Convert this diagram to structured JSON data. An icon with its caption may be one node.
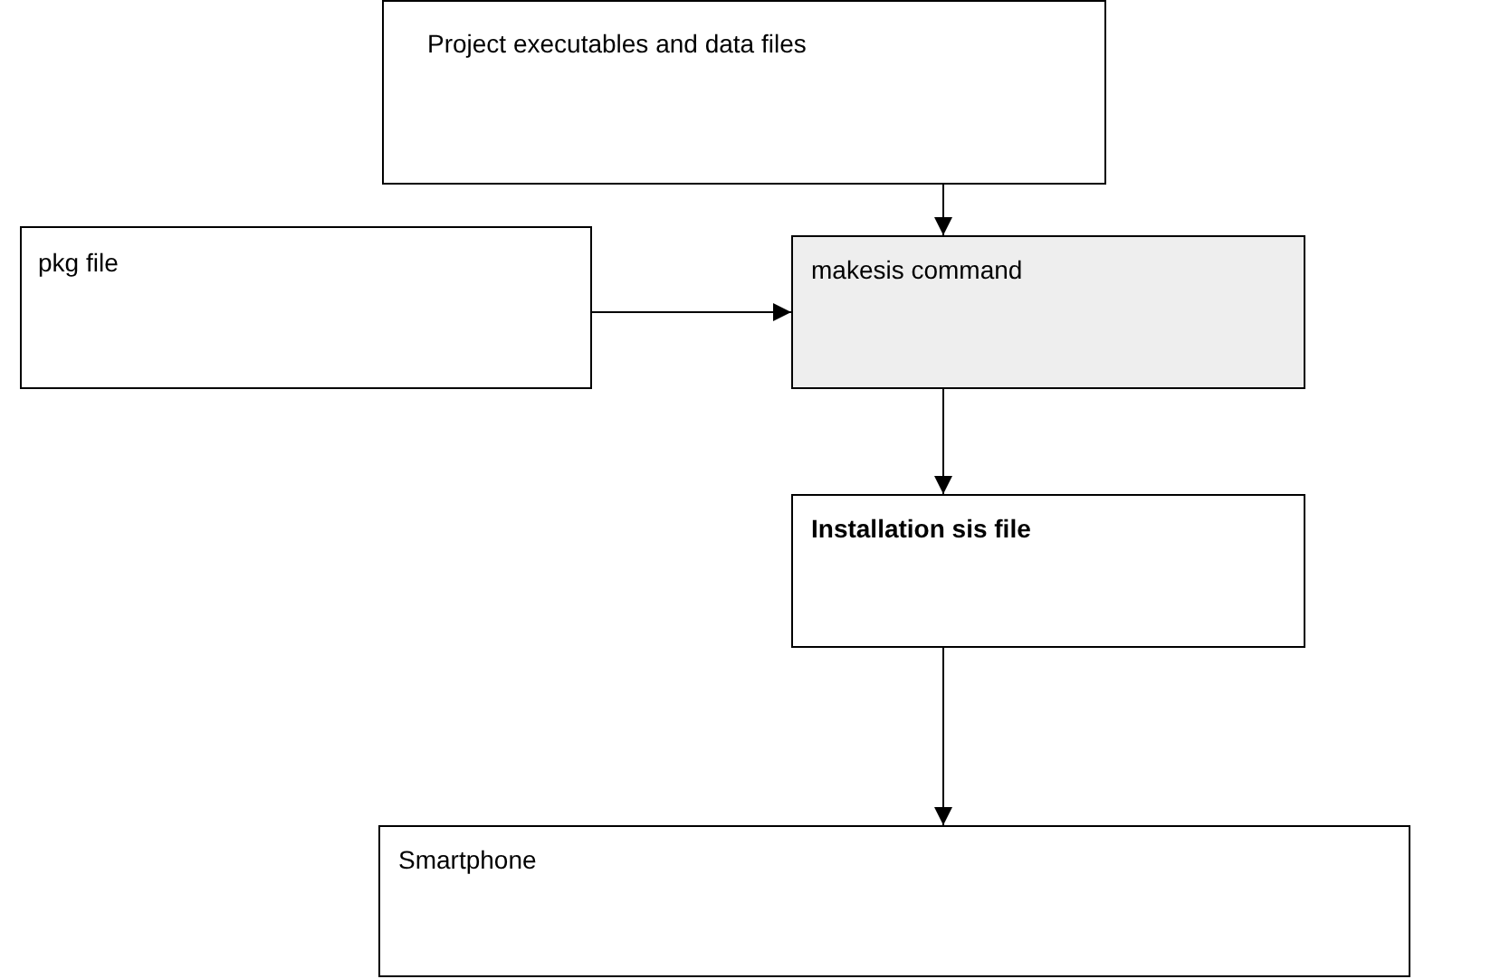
{
  "diagram": {
    "nodes": [
      {
        "text": [
          "Project executables and data files"
        ]
      },
      {
        "text": [
          "pkg file"
        ]
      },
      {
        "text": [
          "makesis command"
        ]
      },
      {
        "text": [
          "Installation sis file"
        ]
      },
      {
        "text": [
          "Smartphone"
        ]
      }
    ],
    "edges": [
      {
        "from": 0,
        "to": 2,
        "arrow": "to"
      },
      {
        "from": 1,
        "to": 2,
        "arrow": "to"
      },
      {
        "from": 2,
        "to": 3,
        "arrow": "to"
      },
      {
        "from": 3,
        "to": 4,
        "arrow": "to"
      }
    ]
  }
}
